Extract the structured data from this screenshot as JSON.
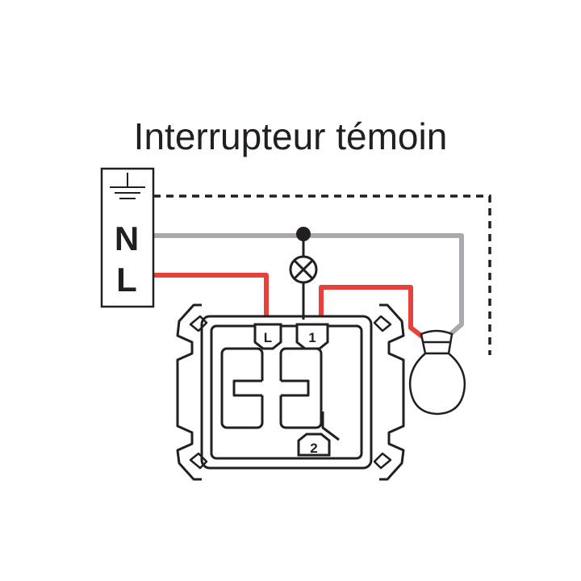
{
  "title": "Interrupteur témoin",
  "supply": {
    "neutral_label": "N",
    "live_label": "L"
  },
  "switch_terminals": {
    "live": "L",
    "out1": "1",
    "out2": "2"
  },
  "colors": {
    "live_wire": "#e8413c",
    "neutral_wire": "#a7a9ac",
    "earth_wire": "#231f20",
    "outline": "#231f20"
  },
  "icons": [
    "earth-symbol-icon",
    "indicator-lamp-icon",
    "light-bulb-icon",
    "junction-dot-icon"
  ]
}
